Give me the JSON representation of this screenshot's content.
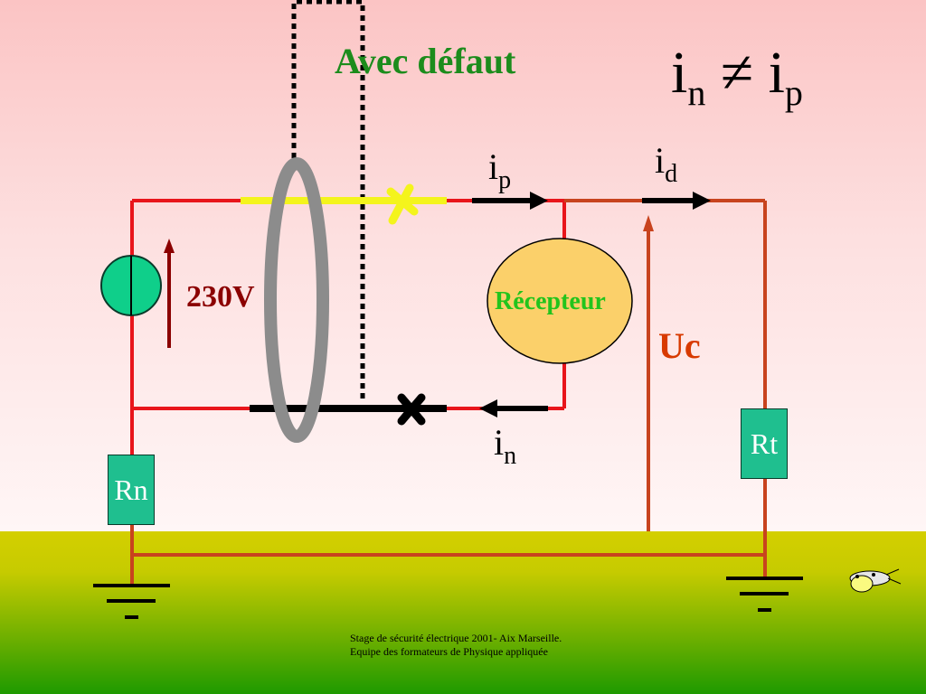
{
  "slide": {
    "title": "Avec défaut",
    "equation": {
      "lhs": "i",
      "lhs_sub": "n",
      "operator": "≠",
      "rhs": "i",
      "rhs_sub": "p"
    },
    "currents": {
      "ip": {
        "symbol": "i",
        "sub": "p"
      },
      "id": {
        "symbol": "i",
        "sub": "d"
      },
      "in": {
        "symbol": "i",
        "sub": "n"
      }
    },
    "voltage_source": "230V",
    "contact_voltage": "Uc",
    "receiver": "Récepteur",
    "resistor_neutral": "Rn",
    "resistor_earth": "Rt",
    "footer": {
      "line1": "Stage de sécurité électrique 2001- Aix Marseille.",
      "line2": "Equipe des formateurs de Physique appliquée"
    }
  },
  "colors": {
    "wire": "#e8151b",
    "fault_path": "#c8431e",
    "phase_highlight": "#f4f41c",
    "neutral_highlight": "#000000",
    "title": "#1c8c1c",
    "voltage_label": "#8b0000",
    "contact_label": "#d83a00",
    "receiver_fill": "#fbd06a",
    "resistor_fill": "#1fbf8f",
    "source_fill": "#0fcf8a",
    "toroid": "#8c8c8c"
  }
}
